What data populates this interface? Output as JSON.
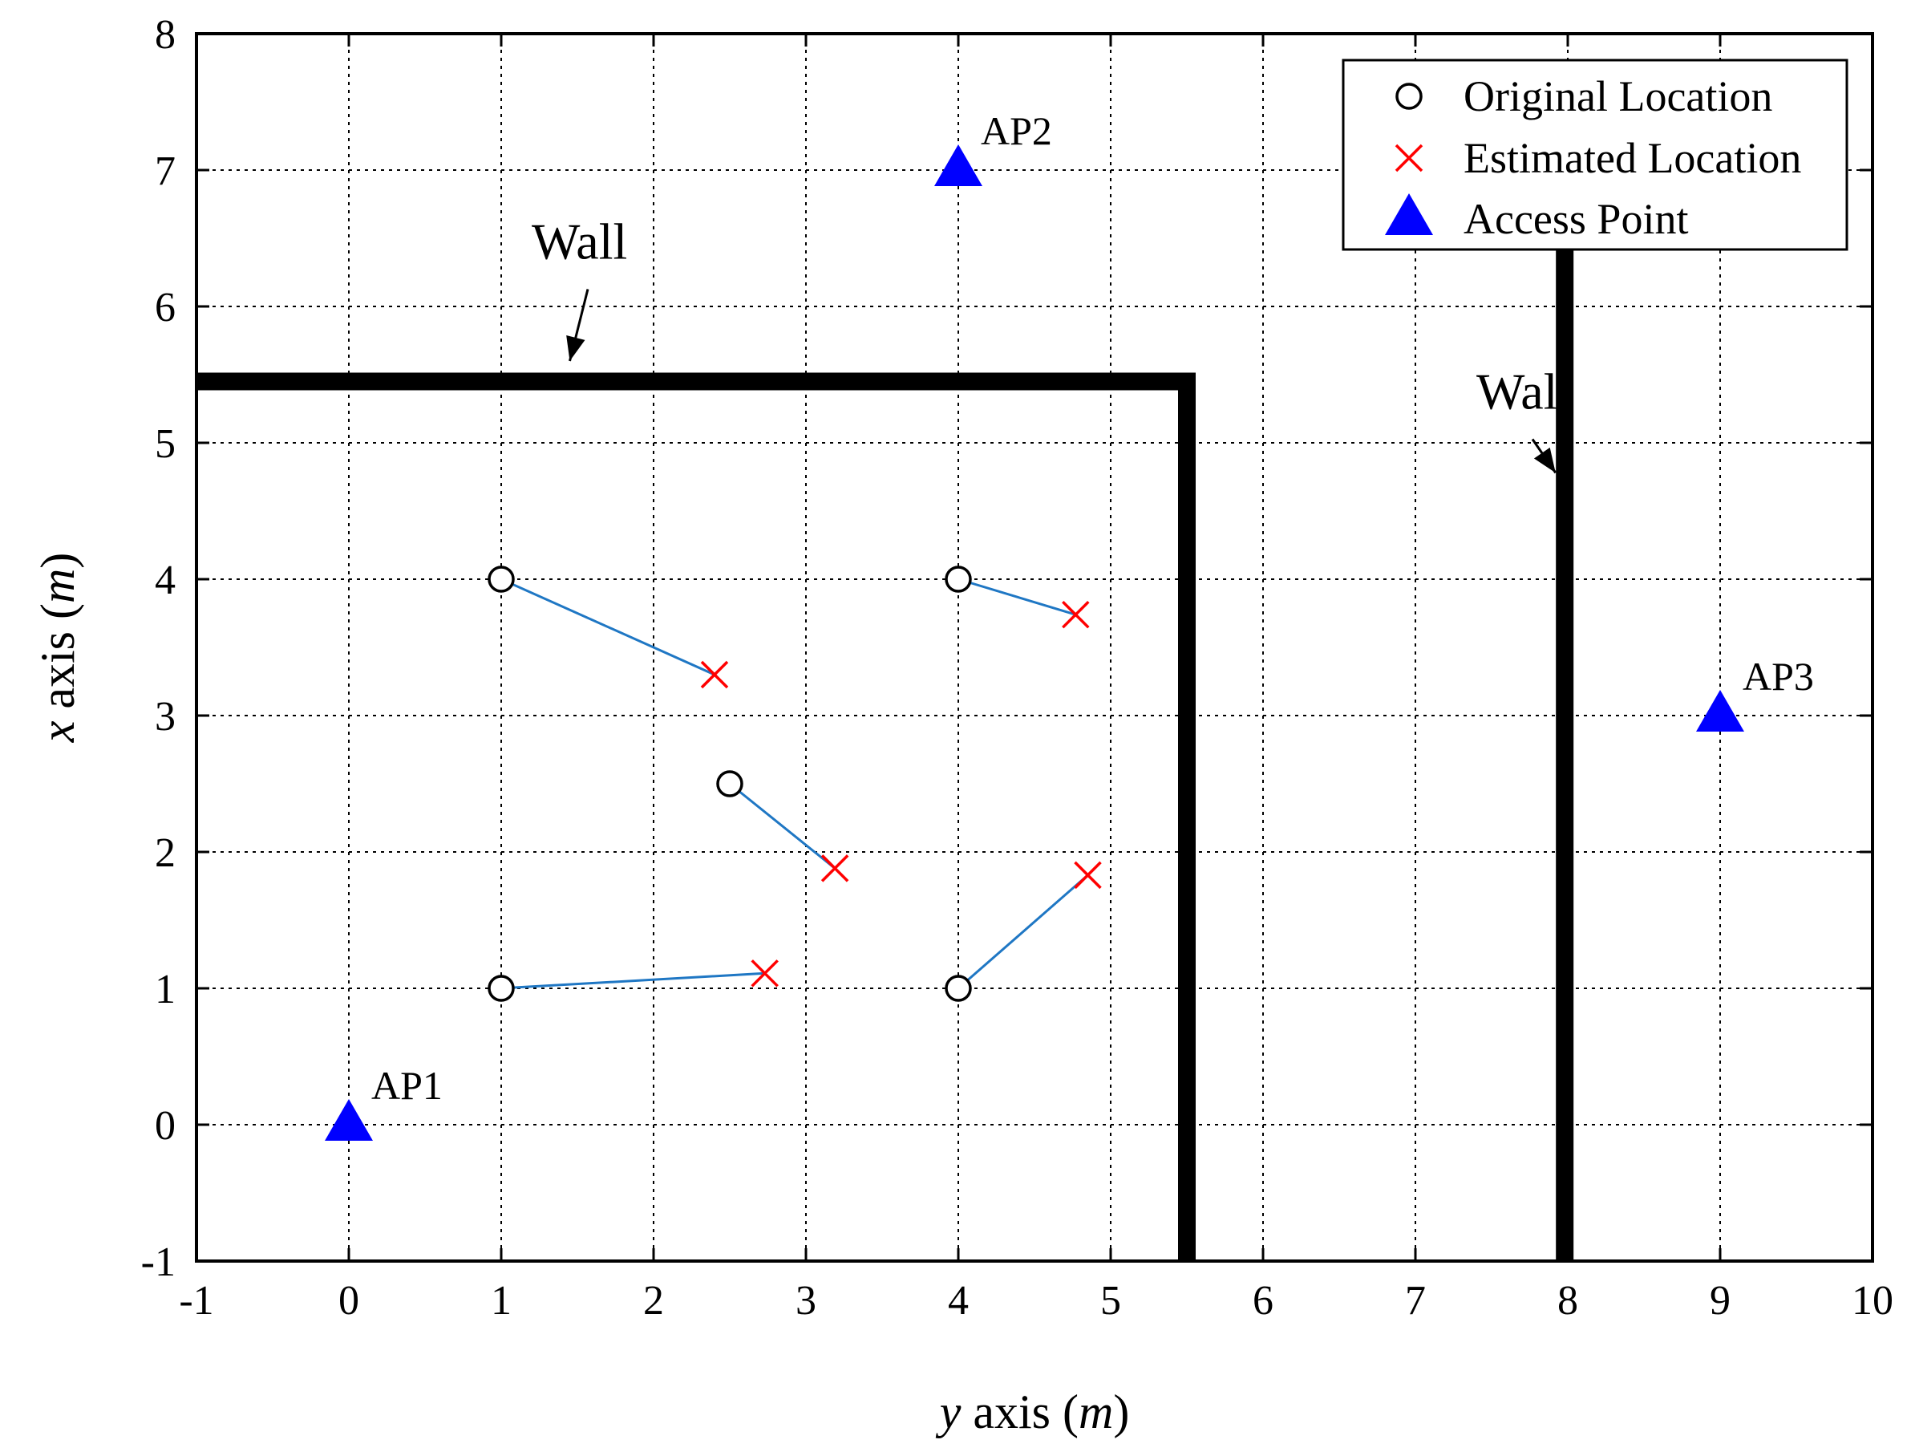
{
  "chart_data": {
    "type": "scatter",
    "xlabel": {
      "var": "y",
      "text": " axis (",
      "unit": "m",
      "close": ")"
    },
    "ylabel": {
      "var": "x",
      "text": " axis (",
      "unit": "m",
      "close": ")"
    },
    "xlim": [
      -1,
      10
    ],
    "ylim": [
      -1,
      8
    ],
    "x_ticks": [
      "-1",
      "0",
      "1",
      "2",
      "3",
      "4",
      "5",
      "6",
      "7",
      "8",
      "9",
      "10"
    ],
    "y_ticks": [
      "-1",
      "0",
      "1",
      "2",
      "3",
      "4",
      "5",
      "6",
      "7",
      "8"
    ],
    "grid": true,
    "legend_position": "top-right",
    "legend": [
      "Original Location",
      "Estimated Location",
      "Access Point"
    ],
    "colors": {
      "original": "#000000",
      "estimated": "#ff0000",
      "access_point": "#0000ff",
      "error_line": "#1f77c4",
      "wall": "#000000"
    },
    "access_points": [
      {
        "label": "AP1",
        "x": 0,
        "y": 0
      },
      {
        "label": "AP2",
        "x": 4,
        "y": 7
      },
      {
        "label": "AP3",
        "x": 9,
        "y": 3
      }
    ],
    "pairs": [
      {
        "original": [
          1,
          4
        ],
        "estimated": [
          2.4,
          3.3
        ]
      },
      {
        "original": [
          4,
          4
        ],
        "estimated": [
          4.77,
          3.74
        ]
      },
      {
        "original": [
          2.5,
          2.5
        ],
        "estimated": [
          3.19,
          1.88
        ]
      },
      {
        "original": [
          1,
          1
        ],
        "estimated": [
          2.73,
          1.11
        ]
      },
      {
        "original": [
          4,
          1
        ],
        "estimated": [
          4.85,
          1.83
        ]
      }
    ],
    "walls": [
      {
        "points": [
          [
            -1,
            5.45
          ],
          [
            5.5,
            5.45
          ],
          [
            5.5,
            -1
          ]
        ]
      },
      {
        "points": [
          [
            7.98,
            6.55
          ],
          [
            7.98,
            -1
          ]
        ]
      }
    ],
    "annotations": [
      {
        "text": "Wall",
        "x": 1.2,
        "y": 6.35,
        "arrow_to": [
          1.45,
          5.6
        ]
      },
      {
        "text": "Wall",
        "x": 7.4,
        "y": 5.25,
        "arrow_to": [
          7.92,
          4.78
        ]
      }
    ]
  }
}
